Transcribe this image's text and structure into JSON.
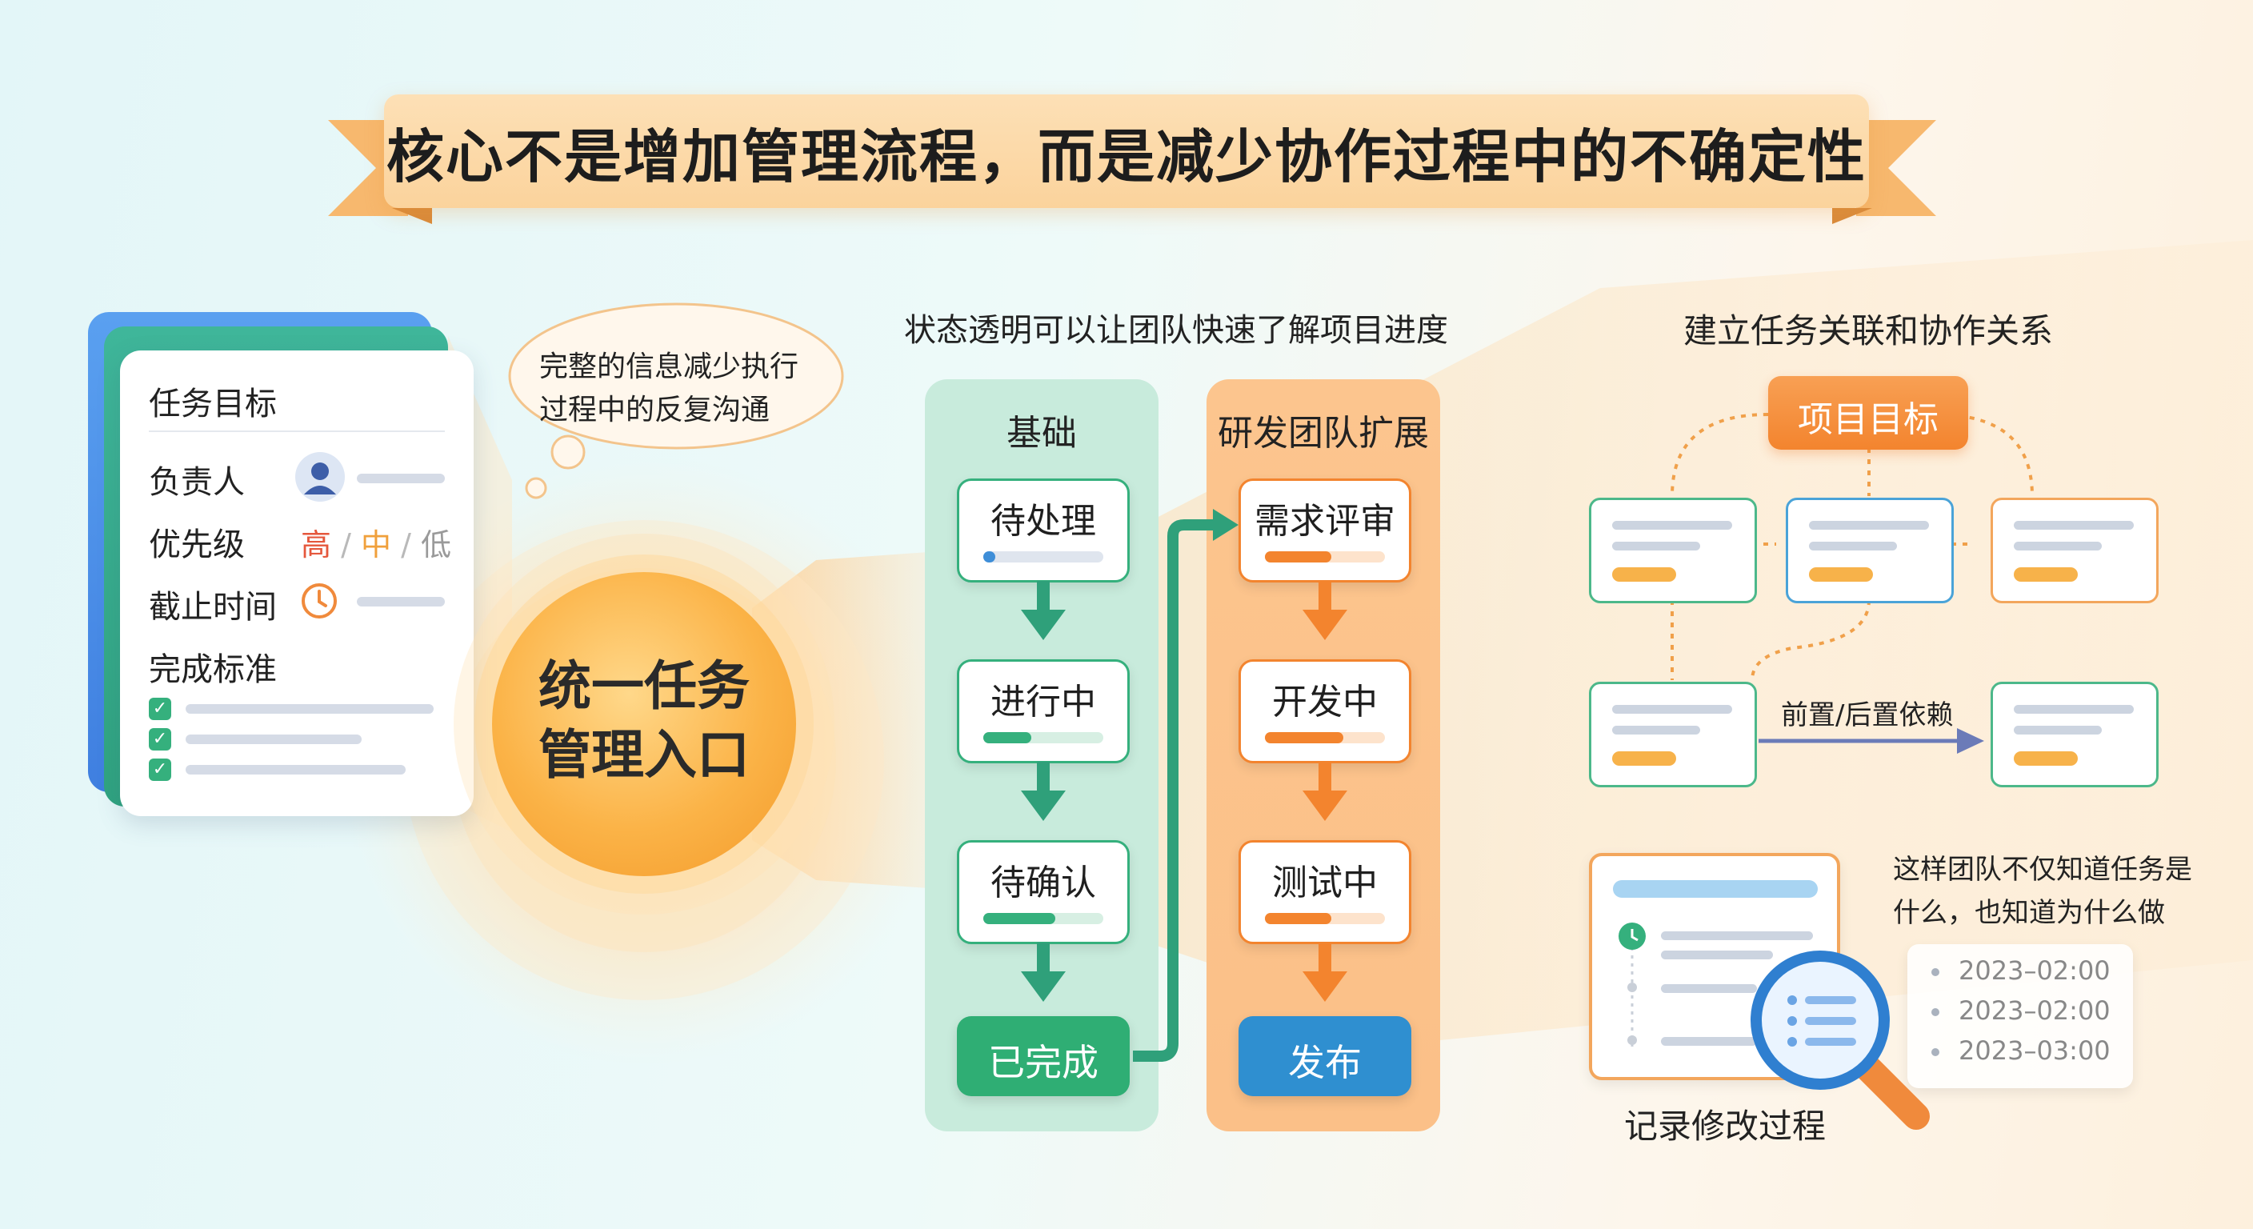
{
  "title": "核心不是增加管理流程，而是减少协作过程中的不确定性",
  "task_card": {
    "heading": "任务目标",
    "owner_label": "负责人",
    "priority_label": "优先级",
    "priority_high": "高",
    "priority_mid": "中",
    "priority_low": "低",
    "priority_sep": "/",
    "deadline_label": "截止时间",
    "criteria_label": "完成标准"
  },
  "thought_bubble": {
    "line1": "完整的信息减少执行",
    "line2": "过程中的反复沟通"
  },
  "center": {
    "line1": "统一任务",
    "line2": "管理入口"
  },
  "flow": {
    "caption": "状态透明可以让团队快速了解项目进度",
    "basic": {
      "title": "基础",
      "stages": [
        {
          "label": "待处理",
          "progress": 0.1
        },
        {
          "label": "进行中",
          "progress": 0.4
        },
        {
          "label": "待确认",
          "progress": 0.6
        }
      ],
      "done": "已完成"
    },
    "rd": {
      "title": "研发团队扩展",
      "stages": [
        {
          "label": "需求评审",
          "progress": 0.55
        },
        {
          "label": "开发中",
          "progress": 0.65
        },
        {
          "label": "测试中",
          "progress": 0.55
        }
      ],
      "release": "发布"
    }
  },
  "relations": {
    "caption": "建立任务关联和协作关系",
    "goal": "项目目标",
    "dependency": "前置/后置依赖"
  },
  "history": {
    "caption": "这样团队不仅知道任务是",
    "caption2": "什么，也知道为什么做",
    "times": [
      "2023–02:00",
      "2023–02:00",
      "2023–03:00"
    ],
    "label": "记录修改过程"
  },
  "colors": {
    "green": "#35b07d",
    "orange": "#f3842e",
    "blue": "#2d8fd5",
    "banner": "#fbd39c"
  }
}
